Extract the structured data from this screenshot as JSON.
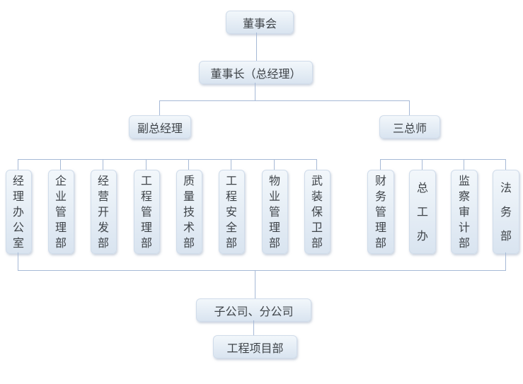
{
  "colors": {
    "box_fill_top": "#f2f7fb",
    "box_fill_bottom": "#d9e4f0",
    "box_border": "#d0dcea",
    "connector_line": "#a6b9d6",
    "text": "#3f4449",
    "background": "#ffffff"
  },
  "nodes": {
    "board": {
      "label": "董事会"
    },
    "chairman": {
      "label": "董事长（总经理）"
    },
    "deputy_general_manager": {
      "label": "副总经理"
    },
    "three_chief_engineers": {
      "label": "三总师"
    },
    "subsidiaries": {
      "label": "子公司、分公司"
    },
    "project_department": {
      "label": "工程项目部"
    }
  },
  "left_departments": [
    "经理办公室",
    "企业管理部",
    "经营开发部",
    "工程管理部",
    "质量技术部",
    "工程安全部",
    "物业管理部",
    "武装保卫部"
  ],
  "right_departments": [
    "财务管理部",
    "总工办",
    "监察审计部",
    "法务部"
  ]
}
